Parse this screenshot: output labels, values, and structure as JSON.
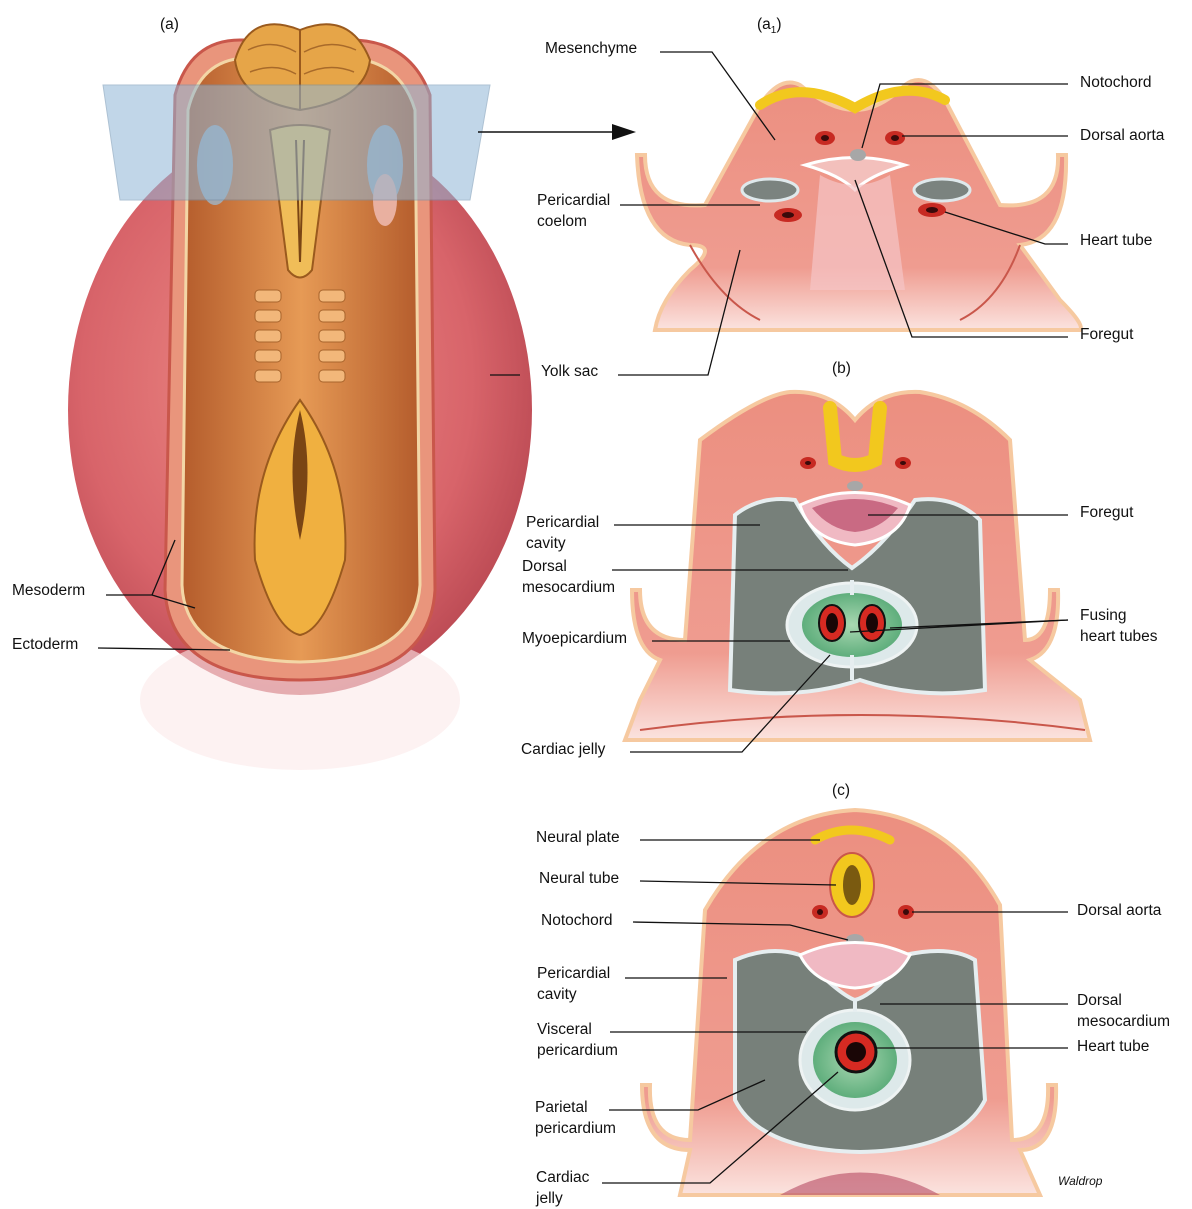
{
  "panels": {
    "a": "(a)",
    "a1": "(a",
    "a1_sub": "1",
    "a1_close": ")",
    "b": "(b)",
    "c": "(c)"
  },
  "labels": {
    "mesenchyme": "Mesenchyme",
    "notochord_a1": "Notochord",
    "dorsal_aorta_a1": "Dorsal aorta",
    "pericardial_coelom_1": "Pericardial",
    "pericardial_coelom_2": "coelom",
    "heart_tube_a1": "Heart tube",
    "foregut_a1": "Foregut",
    "yolk_sac": "Yolk sac",
    "mesoderm": "Mesoderm",
    "ectoderm": "Ectoderm",
    "foregut_b": "Foregut",
    "pericardial_cavity_b_1": "Pericardial",
    "pericardial_cavity_b_2": "cavity",
    "dorsal_mesocardium_b_1": "Dorsal",
    "dorsal_mesocardium_b_2": "mesocardium",
    "fusing_heart_tubes_1": "Fusing",
    "fusing_heart_tubes_2": "heart tubes",
    "myoepicardium": "Myoepicardium",
    "cardiac_jelly_b": "Cardiac jelly",
    "neural_plate": "Neural plate",
    "neural_tube": "Neural tube",
    "notochord_c": "Notochord",
    "dorsal_aorta_c": "Dorsal aorta",
    "pericardial_cavity_c_1": "Pericardial",
    "pericardial_cavity_c_2": "cavity",
    "dorsal_mesocardium_c_1": "Dorsal",
    "dorsal_mesocardium_c_2": "mesocardium",
    "visceral_pericardium_1": "Visceral",
    "visceral_pericardium_2": "pericardium",
    "heart_tube_c": "Heart tube",
    "parietal_pericardium_1": "Parietal",
    "parietal_pericardium_2": "pericardium",
    "cardiac_jelly_c_1": "Cardiac",
    "cardiac_jelly_c_2": "jelly"
  },
  "signature": "Waldrop",
  "colors": {
    "tissue": "#ec8f80",
    "tissue_dark": "#c9574b",
    "ectoderm_band": "#f6c9a0",
    "yolk_sac": "#d8646a",
    "embryo_body": "#d98a45",
    "neural_yellow": "#f2c81e",
    "cavity_gray": "#77807a",
    "heart_green": "#86c49a",
    "heart_red": "#d62a22",
    "plane_blue": "#8fb6d6"
  }
}
